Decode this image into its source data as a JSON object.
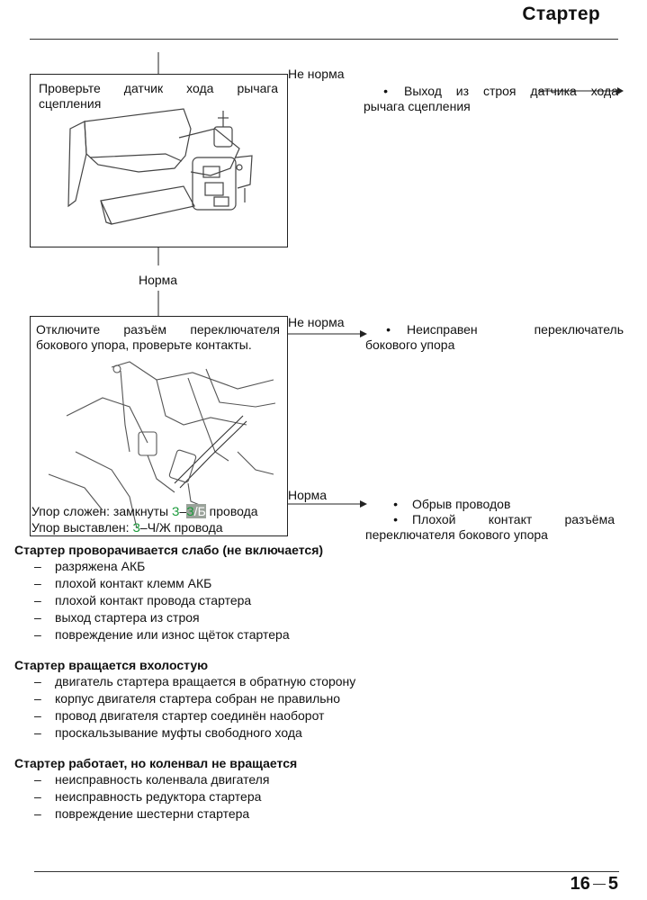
{
  "header": {
    "title": "Стартер"
  },
  "flow": {
    "step1": {
      "text": "Проверьте датчик хода рычага сцепления",
      "line1": "Проверьте датчик хода рычага",
      "line2": "сцепления",
      "no_norm_label": "Не норма",
      "no_norm_result": "Выход из строя датчика хода рычага сцепления",
      "no_norm_line1": "Выход из строя датчика хода",
      "no_norm_line2": "рычага сцепления"
    },
    "norm_label_1": "Норма",
    "step2": {
      "line1": "Отключите разъём переключателя",
      "line2": "бокового упора, проверьте контакты.",
      "no_norm_label": "Не норма",
      "no_norm_line1": "Неисправен переключатель",
      "no_norm_line2": "бокового упора",
      "folded_prefix": "Упор сложен: замкнуты ",
      "folded_w1": "З",
      "folded_dash": "–",
      "folded_w2": "З",
      "folded_slash": "/",
      "folded_w3": "Б",
      "folded_suffix": " провода",
      "extended_prefix": "Упор выставлен: ",
      "extended_w1": "З",
      "extended_rest": "–Ч/Ж провода",
      "norm_label": "Норма",
      "norm_result_1": "Обрыв проводов",
      "norm_result_2_line1": "Плохой контакт разъёма",
      "norm_result_2_line2": "переключателя бокового упора"
    }
  },
  "sections": [
    {
      "heading": "Стартер проворачивается слабо (не включается)",
      "items": [
        "разряжена АКБ",
        "плохой контакт клемм АКБ",
        "плохой контакт провода стартера",
        "выход стартера из строя",
        "повреждение или износ щёток стартера"
      ]
    },
    {
      "heading": "Стартер вращается вхолостую",
      "items": [
        "двигатель стартера вращается в обратную сторону",
        "корпус двигателя стартера собран не правильно",
        "провод двигателя стартер соединён наоборот",
        "проскальзывание муфты свободного хода"
      ]
    },
    {
      "heading": "Стартер работает, но коленвал не вращается",
      "items": [
        "неисправность коленвала двигателя",
        "неисправность редуктора стартера",
        "повреждение шестерни стартера"
      ]
    }
  ],
  "footer": {
    "page_left": "16",
    "page_right": "5"
  },
  "dash": "–",
  "bullet": "•"
}
